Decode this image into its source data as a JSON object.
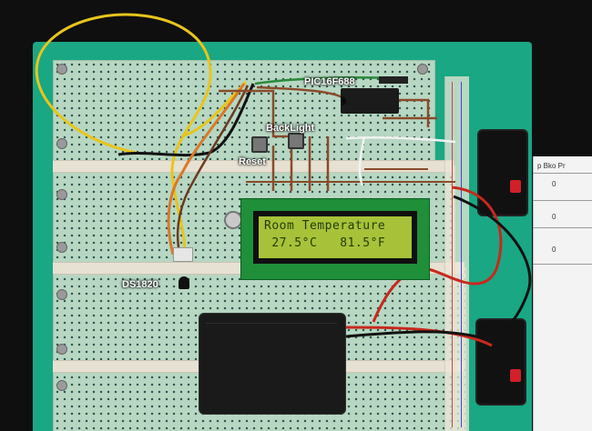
{
  "labels": {
    "mcu": "PIC16F688",
    "backlight": "BackLight",
    "reset": "Reset",
    "sensor": "DS1820"
  },
  "lcd": {
    "line1": "Room Temperature",
    "line2": " 27.5°C   81.5°F"
  },
  "paper": {
    "header": "p  Bko  Pr",
    "row1": "0",
    "row2": "0",
    "row3": "0"
  },
  "colors": {
    "board_green": "#1aa784",
    "breadboard": "#ece7d8",
    "lcd_screen": "#a7c238",
    "lcd_pcb": "#1f8f3a",
    "wire_yellow": "#e8c51c",
    "wire_brown": "#8a4b2a",
    "wire_red": "#c8281e",
    "wire_white": "#f2f2f2",
    "wire_black": "#111111"
  }
}
